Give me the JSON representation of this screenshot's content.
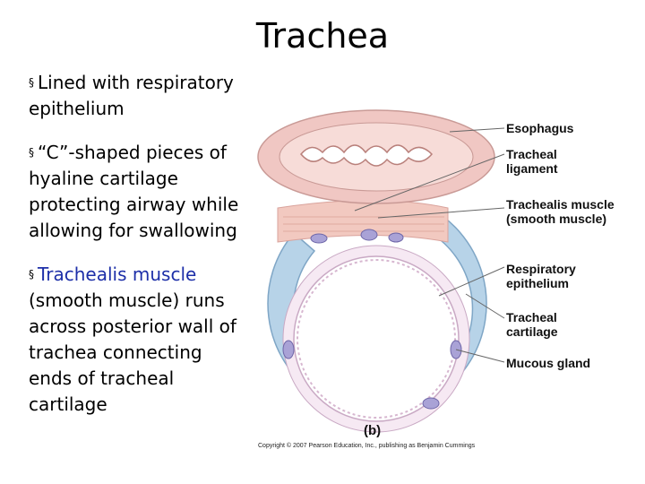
{
  "slide": {
    "title": "Trachea",
    "bullets": [
      {
        "marker": "§",
        "text": "Lined with respiratory epithelium"
      },
      {
        "marker": "§",
        "text": "“C”-shaped pieces of hyaline cartilage protecting airway while allowing for swallowing"
      },
      {
        "marker": "§",
        "highlight": "Trachealis muscle",
        "text": " (smooth muscle) runs across posterior wall of trachea connecting ends of tracheal cartilage"
      }
    ]
  },
  "figure": {
    "labels": {
      "esophagus": "Esophagus",
      "tracheal_ligament": "Tracheal ligament",
      "trachealis_muscle": "Trachealis muscle (smooth muscle)",
      "respiratory_epithelium": "Respiratory epithelium",
      "tracheal_cartilage": "Tracheal cartilage",
      "mucous_gland": "Mucous gland"
    },
    "panel_label": "(b)",
    "copyright": "Copyright © 2007 Pearson Education, Inc., publishing as Benjamin Cummings",
    "colors": {
      "highlight_text": "#1d2fa8",
      "esophagus_wall": "#f0c7c3",
      "cartilage": "#b7d3e8",
      "muscle": "#f2c9c0",
      "lumen": "#ffffff"
    }
  }
}
